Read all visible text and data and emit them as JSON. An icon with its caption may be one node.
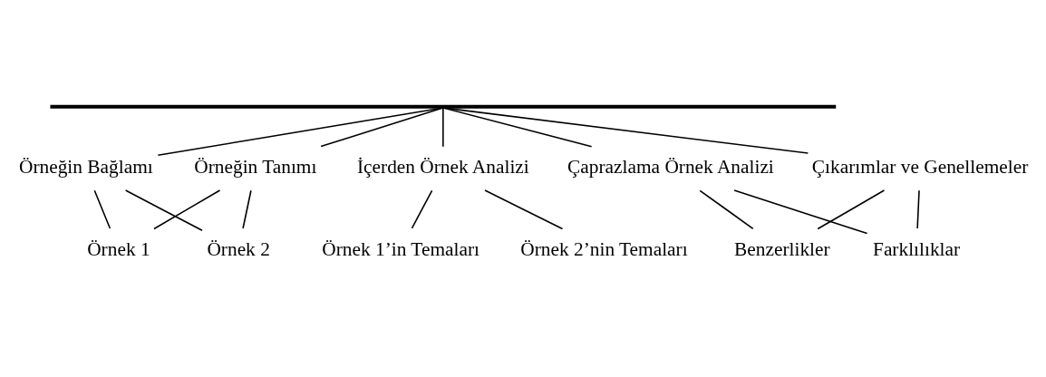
{
  "diagram": {
    "nodes": [
      {
        "text": [],
        "shape": "bar"
      },
      {
        "text": [
          "Örneğin Bağlamı"
        ]
      },
      {
        "text": [
          "Örneğin Tanımı"
        ]
      },
      {
        "text": [
          "İçerden Örnek Analizi"
        ]
      },
      {
        "text": [
          "Çaprazlama Örnek Analizi"
        ]
      },
      {
        "text": [
          "Çıkarımlar ve Genellemeler"
        ]
      },
      {
        "text": [
          "Örnek 1"
        ]
      },
      {
        "text": [
          "Örnek 2"
        ]
      },
      {
        "text": [
          "Benzerlikler"
        ]
      },
      {
        "text": [
          "Farklılıklar"
        ]
      },
      {
        "text": [
          "Örnek 1’in Temaları"
        ]
      },
      {
        "text": [
          "Örnek 2’nin Temaları"
        ]
      }
    ],
    "edges": [
      {
        "from": 0,
        "to": 1,
        "arrow": "none"
      },
      {
        "from": 0,
        "to": 2,
        "arrow": "none"
      },
      {
        "from": 0,
        "to": 3,
        "arrow": "none"
      },
      {
        "from": 0,
        "to": 4,
        "arrow": "none"
      },
      {
        "from": 0,
        "to": 5,
        "arrow": "none"
      },
      {
        "from": 1,
        "to": 6,
        "arrow": "none"
      },
      {
        "from": 1,
        "to": 7,
        "arrow": "none"
      },
      {
        "from": 2,
        "to": 6,
        "arrow": "none"
      },
      {
        "from": 2,
        "to": 7,
        "arrow": "none"
      },
      {
        "from": 3,
        "to": 10,
        "arrow": "none"
      },
      {
        "from": 3,
        "to": 11,
        "arrow": "none"
      },
      {
        "from": 4,
        "to": 8,
        "arrow": "none"
      },
      {
        "from": 4,
        "to": 9,
        "arrow": "none"
      },
      {
        "from": 5,
        "to": 8,
        "arrow": "none"
      },
      {
        "from": 5,
        "to": 9,
        "arrow": "none"
      }
    ]
  }
}
